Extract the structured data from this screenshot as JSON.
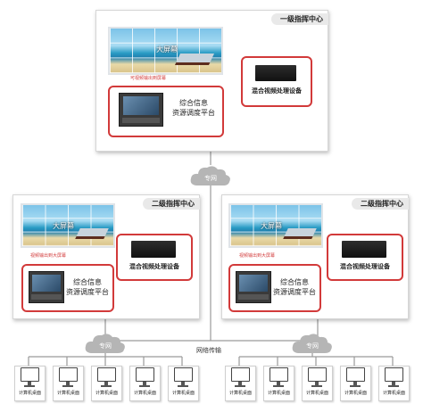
{
  "top_center": {
    "title": "一级指挥中心",
    "wall_label": "大屏幕",
    "wall_caption": "可视频输出到屏幕",
    "device_label": "混合视频处理设备",
    "platform_label_line1": "综合信息",
    "platform_label_line2": "资源调度平台"
  },
  "left_center": {
    "title": "二级指挥中心",
    "wall_label": "大屏幕",
    "wall_caption": "视频输出到大屏幕",
    "device_label": "混合视频处理设备",
    "platform_label_line1": "综合信息",
    "platform_label_line2": "资源调度平台"
  },
  "right_center": {
    "title": "二级指挥中心",
    "wall_label": "大屏幕",
    "wall_caption": "视频输出到大屏幕",
    "device_label": "混合视频处理设备",
    "platform_label_line1": "综合信息",
    "platform_label_line2": "资源调度平台"
  },
  "networks": {
    "top_cloud": "专网",
    "left_cloud": "专网",
    "right_cloud": "专网",
    "link_label": "网络传输"
  },
  "computers": {
    "label": "计算机桌面"
  },
  "colors": {
    "accent_red": "#d23a3a",
    "wire_red": "#d23a3a",
    "wire_gray": "#9a9a9a",
    "cloud_gray": "#b5b5b5"
  }
}
